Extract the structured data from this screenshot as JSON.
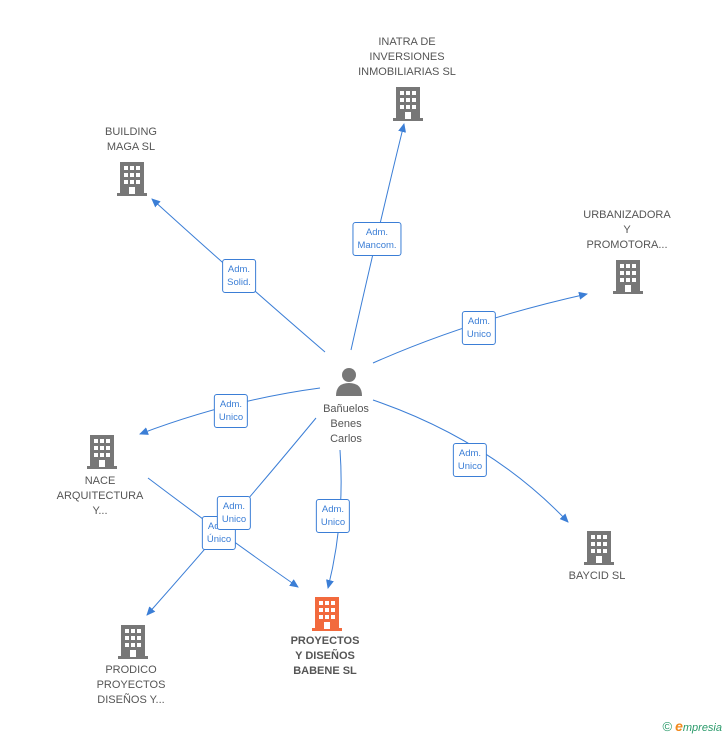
{
  "center": {
    "name": "Bañuelos\nBenes\nCarlos"
  },
  "nodes": {
    "inatra": {
      "label": "INATRA DE\nINVERSIONES\nINMOBILIARIAS SL",
      "highlight": false
    },
    "building_maga": {
      "label": "BUILDING\nMAGA SL",
      "highlight": false
    },
    "urbanizadora": {
      "label": "URBANIZADORA\nY\nPROMOTORA...",
      "highlight": false
    },
    "nace": {
      "label": "NACE\nARQUITECTURA\nY...",
      "highlight": false
    },
    "baycid": {
      "label": "BAYCID SL",
      "highlight": false
    },
    "proyectos": {
      "label": "PROYECTOS\nY DISEÑOS\nBABENE SL",
      "highlight": true
    },
    "prodico": {
      "label": "PRODICO\nPROYECTOS\nDISEÑOS Y...",
      "highlight": false
    }
  },
  "edges": {
    "inatra": "Adm.\nMancom.",
    "building_maga": "Adm.\nSolid.",
    "urbanizadora": "Adm.\nUnico",
    "nace": "Adm.\nUnico",
    "baycid": "Adm.\nUnico",
    "proyectos": "Adm.\nUnico",
    "prodico_behind": "Adm.\nÚnico",
    "prodico": "Adm.\nUnico"
  },
  "colors": {
    "edge": "#3b7ed6",
    "building": "#777777",
    "highlight": "#f26a3d",
    "person": "#777777"
  },
  "brand": {
    "copyright": "©",
    "name": "mpresia",
    "initial": "e"
  }
}
